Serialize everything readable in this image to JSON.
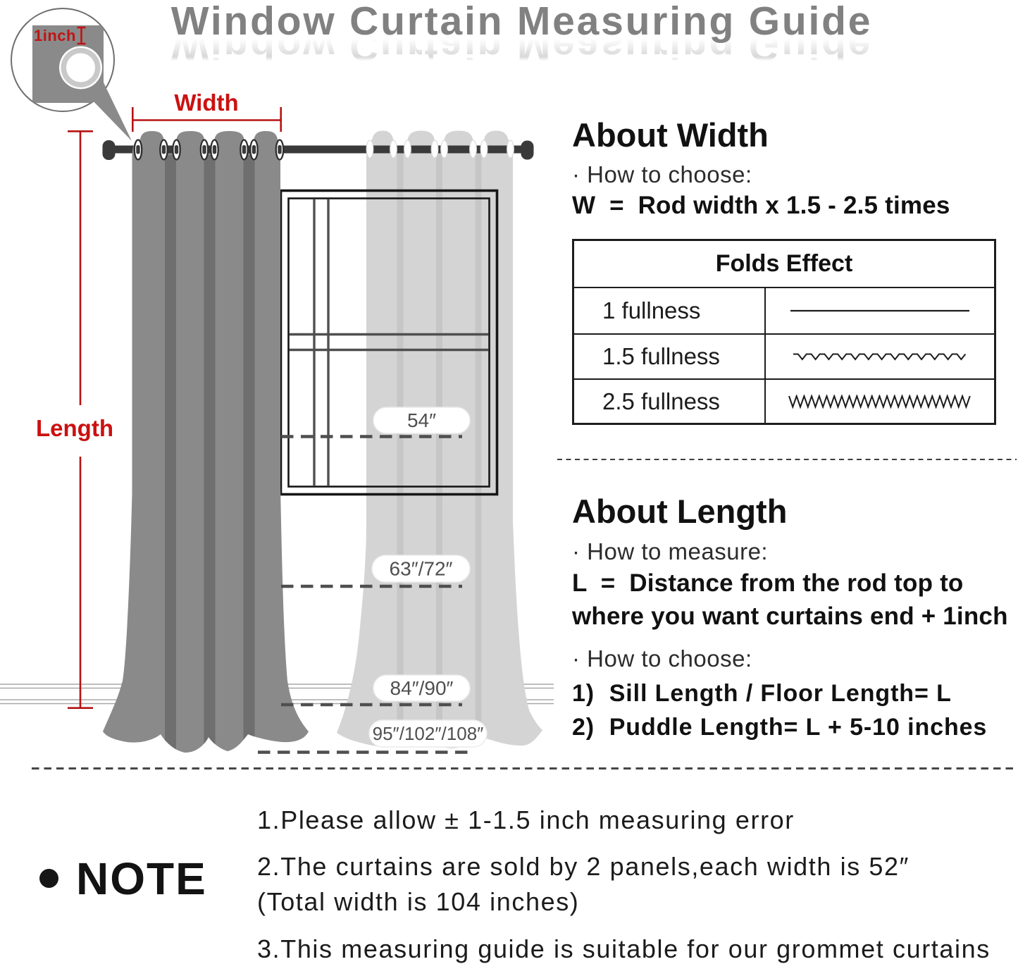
{
  "title": "Window Curtain Measuring Guide",
  "diagram": {
    "balloon_label": "1inch",
    "width_label": "Width",
    "length_label": "Length",
    "size_pills": [
      "54″",
      "63″/72″",
      "84″/90″",
      "95″/102″/108″"
    ]
  },
  "about_width": {
    "heading": "About Width",
    "how_to_choose": "· How to choose:",
    "formula": "W  =  Rod width x 1.5 - 2.5 times",
    "table": {
      "header": "Folds Effect",
      "rows": [
        "1 fullness",
        "1.5 fullness",
        "2.5 fullness"
      ]
    }
  },
  "about_length": {
    "heading": "About Length",
    "how_to_measure": "· How to measure:",
    "formula_line1": "L  =  Distance from the rod top to",
    "formula_line2": "where you want curtains end + 1inch",
    "how_to_choose": "· How to choose:",
    "item1": "1)  Sill Length / Floor Length= L",
    "item2": "2)  Puddle Length= L + 5-10 inches"
  },
  "note": {
    "title": "NOTE",
    "line1": "1.Please allow ± 1-1.5 inch measuring error",
    "line2": "2.The curtains are sold by 2 panels,each width is 52″",
    "line3": "(Total width is 104 inches)",
    "line4": "3.This measuring guide is suitable for our grommet curtains"
  },
  "colors": {
    "accent_red": "#c01414",
    "curtain_dark": "#8a8a8a",
    "curtain_light": "#d4d4d4",
    "rod": "#3a3a3a"
  }
}
